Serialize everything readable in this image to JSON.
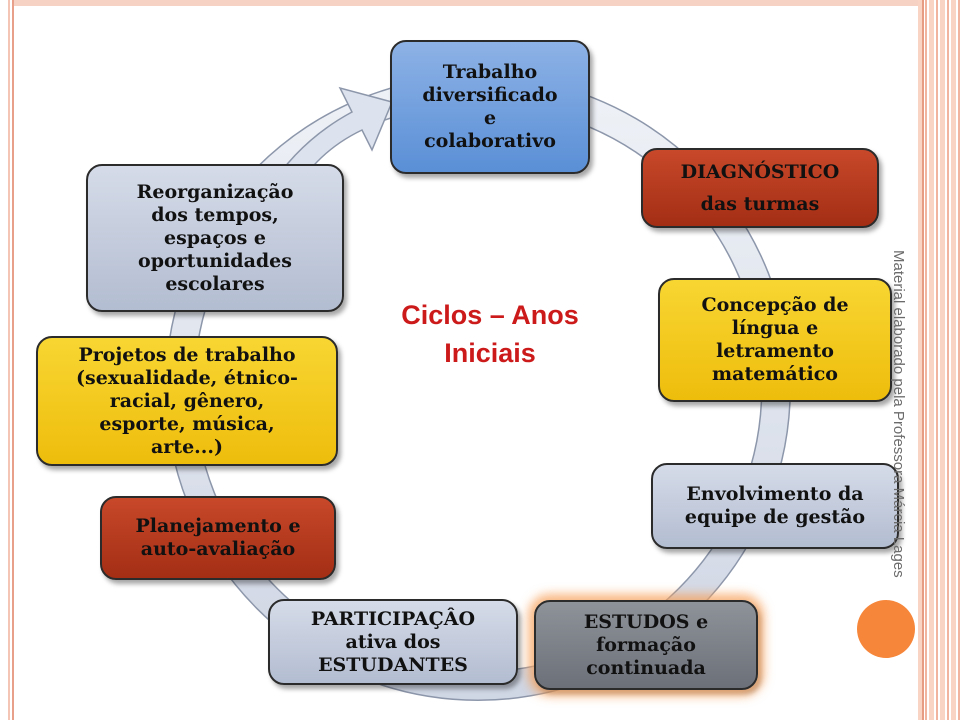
{
  "title_line1": "Ciclos – Anos",
  "title_line2": "Iniciais",
  "credit": "Material elaborado pela Professora Márcia Lages",
  "nodes": [
    {
      "label": "Trabalho diversificado e colaborativo",
      "color": "#6f9de0"
    },
    {
      "label": "DIAGNÓSTICO das turmas",
      "color": "#b23a1e"
    },
    {
      "label": "Concepção de língua e letramento matemático",
      "color": "#f4c81c"
    },
    {
      "label": "Envolvimento da equipe de gestão",
      "color": "#c4cbdb"
    },
    {
      "label": "ESTUDOS e formação continuada",
      "color": "#7d8188"
    },
    {
      "label": "PARTICIPAÇÂO ativa dos ESTUDANTES",
      "color": "#c4cbdb"
    },
    {
      "label": "Planejamento e auto-avaliação",
      "color": "#b23a1e"
    },
    {
      "label": "Projetos de trabalho (sexualidade, étnico-racial, gênero, esporte, música, arte...)",
      "color": "#f4c81c"
    },
    {
      "label": "Reorganização dos tempos, espaços e oportunidades escolares",
      "color": "#c4cbdb"
    }
  ],
  "text": {
    "n0": [
      "Trabalho",
      "diversificado",
      "e",
      "colaborativo"
    ],
    "n1": [
      "DIAGNÓSTICO",
      "das turmas"
    ],
    "n2": [
      "Concepção de",
      "língua e",
      "letramento",
      "matemático"
    ],
    "n3": [
      "Envolvimento da",
      "equipe de gestão"
    ],
    "n4": [
      "ESTUDOS e",
      "formação",
      "continuada"
    ],
    "n5": [
      "PARTICIPAÇÂO",
      "ativa dos",
      "ESTUDANTES"
    ],
    "n6": [
      "Planejamento e",
      "auto-avaliação"
    ],
    "n7": [
      "Projetos de trabalho",
      "(sexualidade, étnico-",
      "racial, gênero,",
      "esporte, música,",
      "arte...)"
    ],
    "n8": [
      "Reorganização",
      "dos tempos,",
      "espaços e",
      "oportunidades",
      "escolares"
    ]
  }
}
